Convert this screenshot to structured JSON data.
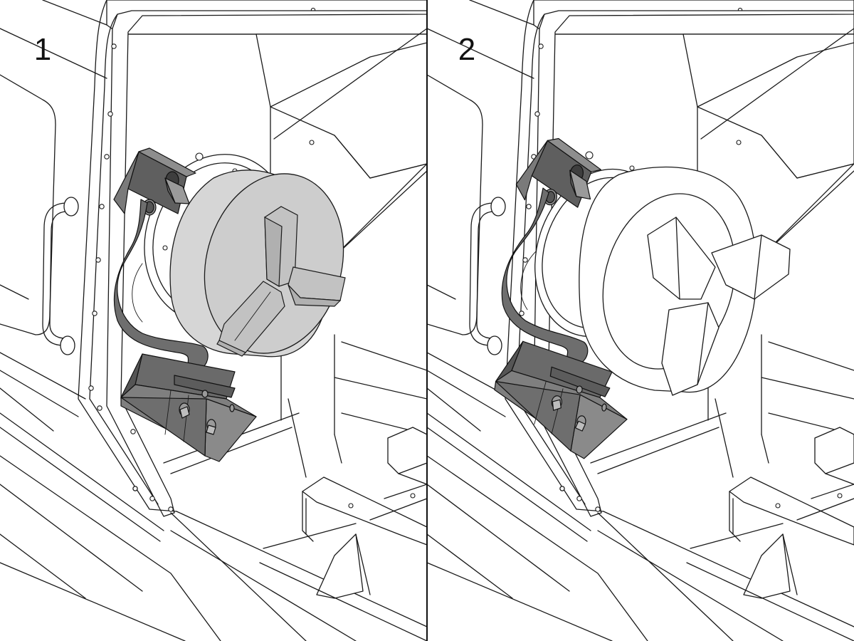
{
  "steps": [
    {
      "number": "1",
      "chuck_state": "shaded"
    },
    {
      "number": "2",
      "chuck_state": "outline"
    }
  ],
  "colors": {
    "line": "#1a1a1a",
    "background": "#ffffff",
    "chuck_fill": "#d6d6d6",
    "chuck_face_fill": "#cdcdcd",
    "jaw_fill": "#c2c2c2",
    "arm_dark": "#5f5f5f",
    "arm_mid": "#7a7a7a",
    "arm_light": "#8e8e8e"
  }
}
